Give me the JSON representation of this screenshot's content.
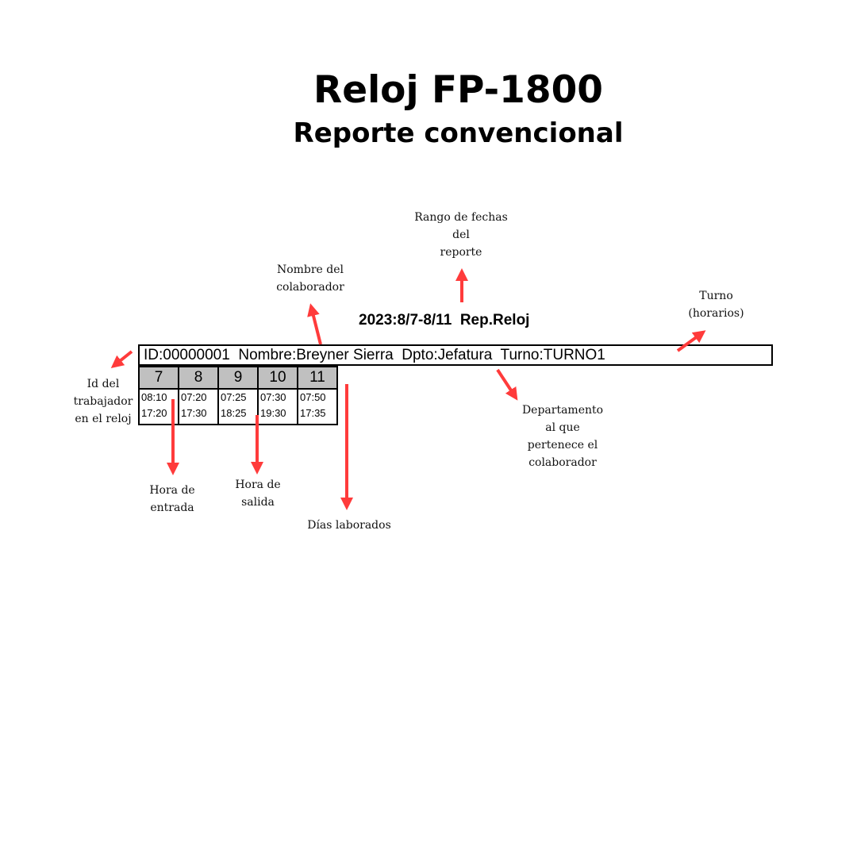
{
  "title": "Reloj FP-1800",
  "subtitle": "Reporte convencional",
  "report": {
    "header": "2023:8/7-8/11  Rep.Reloj",
    "info_line": "ID:00000001  Nombre:Breyner Sierra  Dpto:Jefatura  Turno:TURNO1",
    "id": "00000001",
    "nombre": "Breyner Sierra",
    "dpto": "Jefatura",
    "turno": "TURNO1",
    "days": [
      {
        "day": "7",
        "entrada": "08:10",
        "salida": "17:20"
      },
      {
        "day": "8",
        "entrada": "07:20",
        "salida": "17:30"
      },
      {
        "day": "9",
        "entrada": "07:25",
        "salida": "18:25"
      },
      {
        "day": "10",
        "entrada": "07:30",
        "salida": "19:30"
      },
      {
        "day": "11",
        "entrada": "07:50",
        "salida": "17:35"
      }
    ]
  },
  "annotations": {
    "rango_fechas": "Rango de fechas\ndel\nreporte",
    "nombre": "Nombre del\ncolaborador",
    "turno": "Turno\n(horarios)",
    "id": "Id del\ntrabajador\nen el reloj",
    "departamento": "Departamento\nal que\npertenece el\ncolaborador",
    "hora_entrada": "Hora de\nentrada",
    "hora_salida": "Hora de\nsalida",
    "dias": "Días laborados"
  },
  "colors": {
    "arrow": "#ff3b3b",
    "header_fill": "#c0c0c0"
  }
}
